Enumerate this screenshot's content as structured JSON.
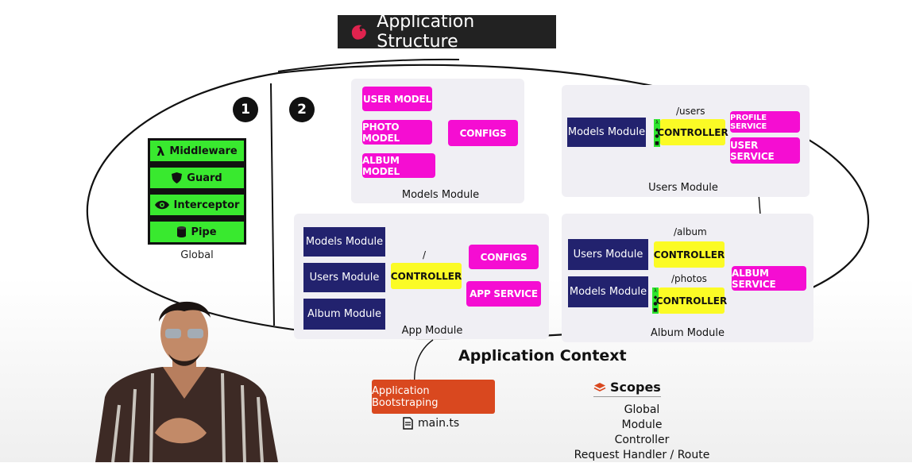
{
  "title": "Application Structure",
  "steps": [
    "1",
    "2"
  ],
  "global_enhancers": {
    "items": [
      {
        "label": "Middleware",
        "icon": "lambda-icon"
      },
      {
        "label": "Guard",
        "icon": "shield-icon"
      },
      {
        "label": "Interceptor",
        "icon": "eye-icon"
      },
      {
        "label": "Pipe",
        "icon": "cylinder-icon"
      }
    ],
    "caption": "Global"
  },
  "models_module": {
    "items": [
      "USER MODEL",
      "PHOTO MODEL",
      "ALBUM MODEL"
    ],
    "configs": "CONFIGS",
    "label": "Models Module"
  },
  "users_module": {
    "imports": "Models Module",
    "route": "/users",
    "controller": "CONTROLLER",
    "services": [
      "PROFILE SERVICE",
      "USER SERVICE"
    ],
    "label": "Users Module"
  },
  "app_module": {
    "imports": [
      "Models Module",
      "Users Module",
      "Album Module"
    ],
    "route": "/",
    "controller": "CONTROLLER",
    "configs": "CONFIGS",
    "service": "APP SERVICE",
    "label": "App Module"
  },
  "album_module": {
    "imports": [
      "Users Module",
      "Models Module"
    ],
    "routes": [
      "/album",
      "/photos"
    ],
    "controller": "CONTROLLER",
    "service": "ALBUM SERVICE",
    "label": "Album Module"
  },
  "context_label": "Application Context",
  "bootstrap": {
    "button": "Application Bootstraping",
    "file": "main.ts"
  },
  "scopes": {
    "title": "Scopes",
    "items": [
      "Global",
      "Module",
      "Controller",
      "Request Handler / Route"
    ]
  },
  "colors": {
    "pink": "#f50dd2",
    "navy": "#22226e",
    "yellow": "#fbfb25",
    "green": "#39e92f",
    "bootstrap": "#d9481f"
  }
}
